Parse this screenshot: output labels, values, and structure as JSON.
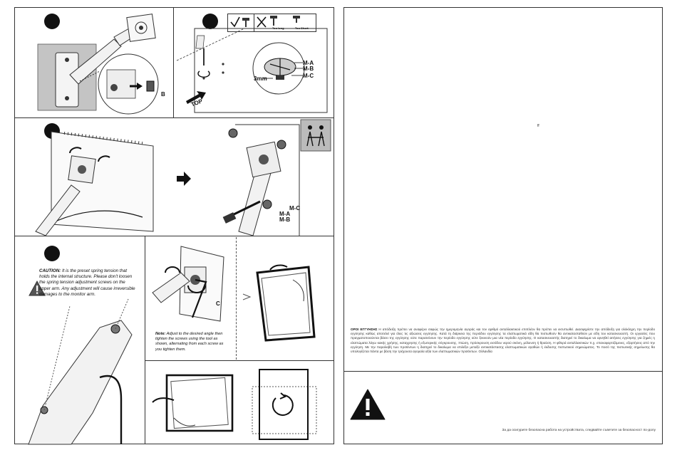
{
  "step_markers": {
    "step1": "",
    "step2": "",
    "step3": "",
    "step4": ""
  },
  "part_labels": {
    "b": "B",
    "ma_top": "M-A",
    "mb_top": "M-B",
    "mc_top": "M-C",
    "size_3mm": "3mm",
    "top_arrow": "TOP",
    "mc_step3": "M-C",
    "ma_step3": "M-A",
    "mb_step3": "M-B",
    "c_tool": "C"
  },
  "legend": {
    "ok_icon": "check-icon",
    "bad_icon": "cross-icon",
    "too_long": "Too long",
    "too_short": "Too Short"
  },
  "caution": {
    "heading": "CAUTION:",
    "text": "It is the preset spring tension that holds the internal structure. Please don't loosen the spring tension adjustment screws on the upper arm. Any adjustment will cause irreversible damages to the monitor arm."
  },
  "note": {
    "heading": "Note:",
    "text": "Adjust to the desired angle then tighten the screws using the tool as shown, alternating from each screw as you tighten them."
  },
  "right_page": {
    "page_mark": "ff",
    "warranty_heading": "ΟΡΟΙ ΕΓΓΥΗΣΗΣ",
    "warranty_text": "Η απόδειξη πρέπει να αναφέρει σαφώς την ημερομηνία αγοράς και τον αριθμό ανταλλακτικού επιπλέον θα πρέπει να εκτυπωθεί. Διασφηρίστε την απόδειξη για ολόκληρη την περίοδο εγγύησης καθώς αποτελεί για όλες τις αξιώσεις εγγύησης. Κατά τη διάρκεια της περιόδου εγγύησης τα ελαττωματικά είδη θα πιστωθούν θα αντικατασταθούν με είδη του κατασκευαστή. Οι εργασίες που πραγματοποιούνται βάσει της εγγύησης ούτε παρατείνουν την περίοδο εγγύησης ούτε ξεκινούν μια νέα περίοδο εγγύησης. Ο κατασκευαστής διατηρεί το δικαίωμα να αρνηθεί αιτήσεις εγγύησης για ζημιές η ελαττώματα λόγω κακής χρήσης, καταχρησης ή εξωτερικής σύγκρουσης, πτώση, πρόσκρουση εισόδου νερού σκόνη, μόλυνση ή θραύση. Η φθορά ανταλλακτικών π.χ. επαναφορτιζόμενες, εξαρτήσεις από την εγγύηση. Με την παραλαβή των προϊόντων η διατηρεί το δικαίωμα να επιλέξει μεταξύ αντικατάστασης ελαττωματικών αγαθών ή έκδοσης πιστωτικού σημειώματος. Το ποσό της πιστωτικής σημείωσης θα υπολογίζεται πάντα με βάση την τρέχουσα αγοραία αξία των ελαττωματικών προϊόντων. Ολλανδία",
    "warning_icon": "warning-triangle-icon",
    "safety_text": "За да осигурите безопасна работа на устройствата, следвайте съветите за безопасност по-долу"
  }
}
